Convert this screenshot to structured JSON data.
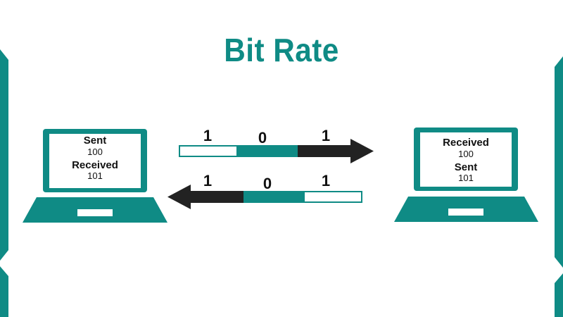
{
  "title": "Bit Rate",
  "colors": {
    "teal": "#0f8b85",
    "dark": "#222222",
    "white": "#ffffff"
  },
  "left_computer": {
    "line1_label": "Sent",
    "line1_value": "100",
    "line2_label": "Received",
    "line2_value": "101"
  },
  "right_computer": {
    "line1_label": "Received",
    "line1_value": "100",
    "line2_label": "Sent",
    "line2_value": "101"
  },
  "top_stream": {
    "direction": "right",
    "bits": [
      "1",
      "0",
      "1"
    ]
  },
  "bottom_stream": {
    "direction": "left",
    "bits": [
      "1",
      "0",
      "1"
    ]
  }
}
